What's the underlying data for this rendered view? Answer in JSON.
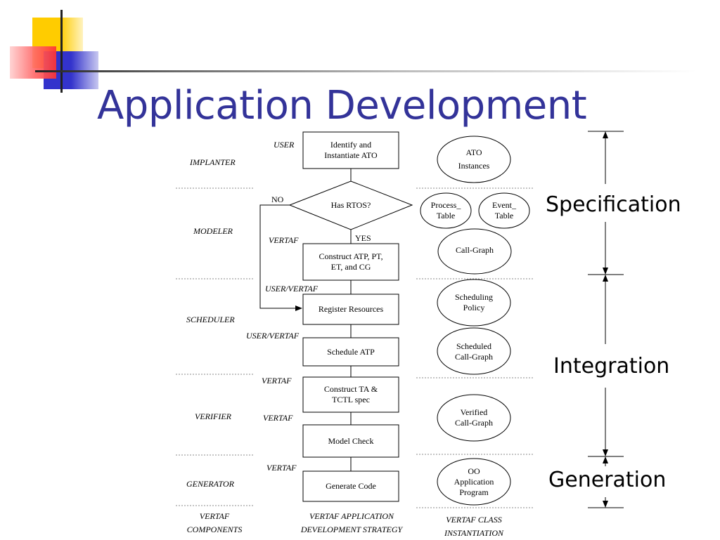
{
  "slide": {
    "title": "Application Development"
  },
  "roles": {
    "implanter": "IMPLANTER",
    "modeler": "MODELER",
    "scheduler": "SCHEDULER",
    "verifier": "VERIFIER",
    "generator": "GENERATOR"
  },
  "flow": {
    "identify": "Identify and\nInstantiate ATO",
    "has_rtos": "Has RTOS?",
    "construct_atp": "Construct ATP, PT,\nET, and CG",
    "register": "Register Resources",
    "schedule": "Schedule ATP",
    "construct_ta": "Construct TA &\nTCTL spec",
    "model_check": "Model Check",
    "generate": "Generate Code"
  },
  "edge_labels": {
    "user": "USER",
    "no": "NO",
    "yes": "YES",
    "vertaf_1": "VERTAF",
    "user_vertaf_1": "USER/VERTAF",
    "user_vertaf_2": "USER/VERTAF",
    "vertaf_2": "VERTAF",
    "vertaf_3": "VERTAF",
    "vertaf_4": "VERTAF"
  },
  "artifacts": {
    "ato_instances": "ATO\nInstances",
    "process_table": "Process_\nTable",
    "event_table": "Event_\nTable",
    "call_graph": "Call-Graph",
    "scheduling_policy": "Scheduling\nPolicy",
    "scheduled_call_graph": "Scheduled\nCall-Graph",
    "verified_call_graph": "Verified\nCall-Graph",
    "oo_app_program": "OO\nApplication\nProgram"
  },
  "footer": {
    "components": "VERTAF\nCOMPONENTS",
    "strategy": "VERTAF APPLICATION\nDEVELOPMENT STRATEGY",
    "instantiation": "VERTAF CLASS\nINSTANTIATION"
  },
  "phases": {
    "specification": "Specification",
    "integration": "Integration",
    "generation": "Generation"
  },
  "colors": {
    "title": "#333399",
    "deco_yellow": "#ffcc00",
    "deco_red": "#ff3333",
    "deco_blue": "#3333cc"
  }
}
